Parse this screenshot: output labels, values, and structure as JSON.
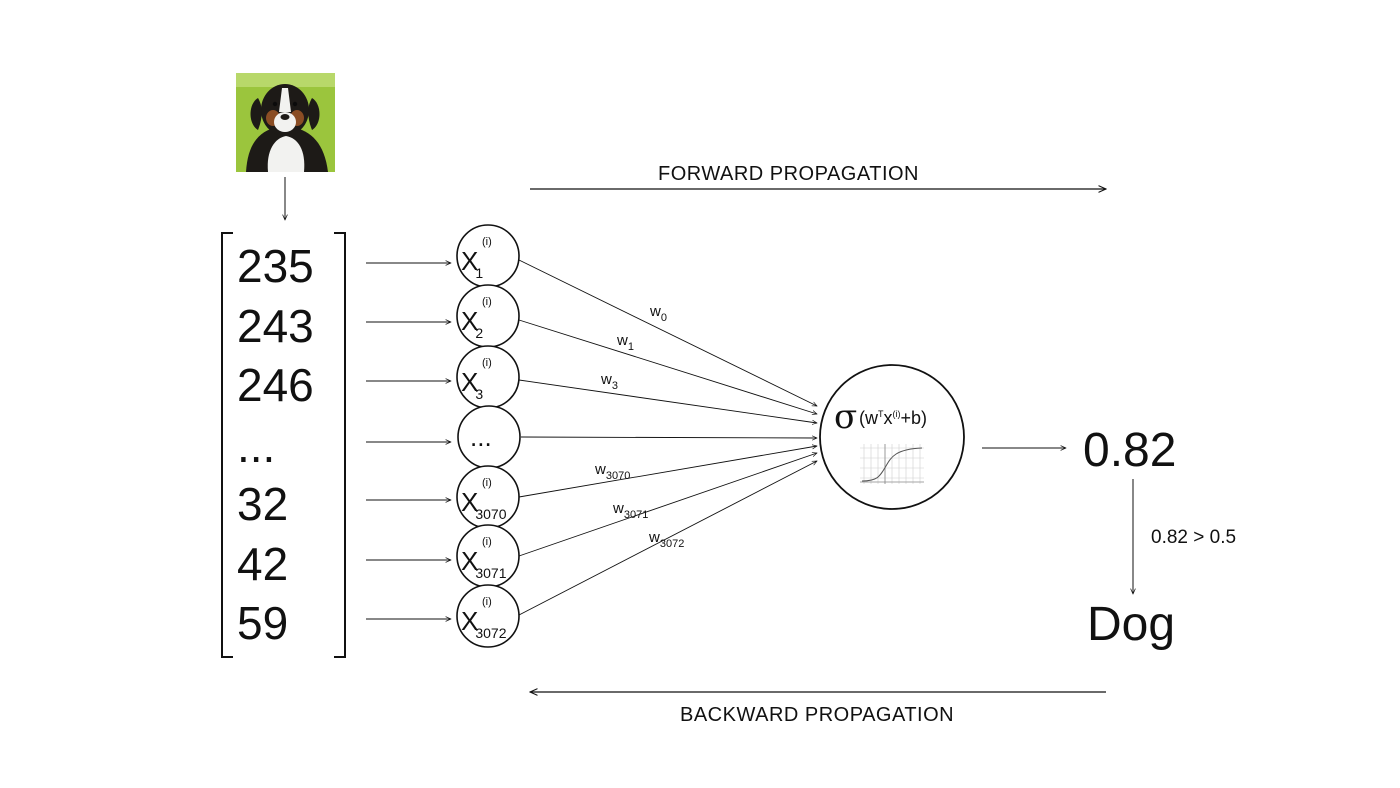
{
  "image": {
    "name": "dog-photo",
    "colors": {
      "background": "#9bc53d",
      "fur_dark": "#1d1a17",
      "fur_light": "#f2f2f0",
      "fur_brown": "#8a4d24"
    }
  },
  "input_vector": [
    "235",
    "243",
    "246",
    "...",
    "32",
    "42",
    "59"
  ],
  "nodes": [
    {
      "base": "X",
      "sub": "1",
      "sup": "(i)"
    },
    {
      "base": "X",
      "sub": "2",
      "sup": "(i)"
    },
    {
      "base": "X",
      "sub": "3",
      "sup": "(i)"
    },
    {
      "base": "...",
      "sub": "",
      "sup": ""
    },
    {
      "base": "X",
      "sub": "3070",
      "sup": "(i)"
    },
    {
      "base": "X",
      "sub": "3071",
      "sup": "(i)"
    },
    {
      "base": "X",
      "sub": "3072",
      "sup": "(i)"
    }
  ],
  "weights": [
    {
      "base": "w",
      "sub": "0"
    },
    {
      "base": "w",
      "sub": "1"
    },
    {
      "base": "w",
      "sub": "3"
    },
    {
      "base": "w",
      "sub": "3070"
    },
    {
      "base": "w",
      "sub": "3071"
    },
    {
      "base": "w",
      "sub": "3072"
    }
  ],
  "activation": {
    "sigma": "σ",
    "w": "(w",
    "t": "T",
    "x": "x",
    "i": "(i)",
    "b": "+b)"
  },
  "forward_label": "FORWARD PROPAGATION",
  "backward_label": "BACKWARD PROPAGATION",
  "output_value": "0.82",
  "comparison": "0.82 > 0.5",
  "prediction": "Dog"
}
